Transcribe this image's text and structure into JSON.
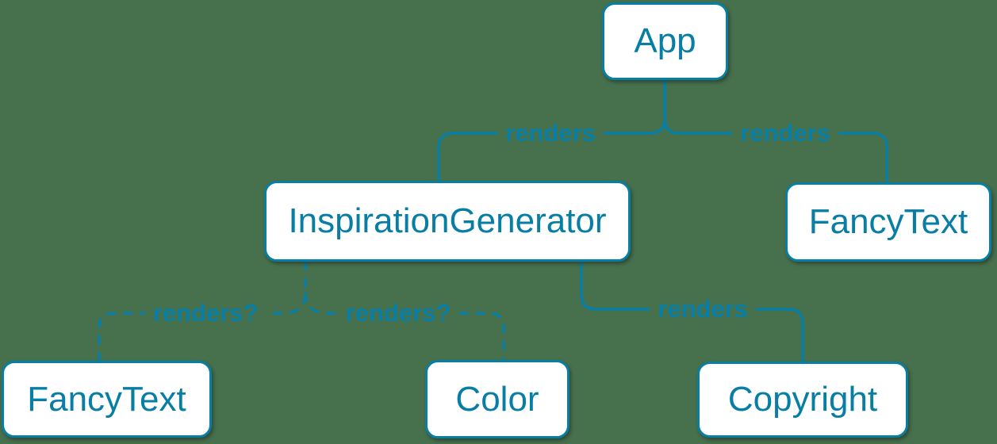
{
  "theme": {
    "background": "#47704d",
    "accent": "#087ea4",
    "node_fill": "#ffffff"
  },
  "diagram": {
    "type": "component-render-tree",
    "nodes": [
      {
        "id": "app",
        "label": "App"
      },
      {
        "id": "inspiration-generator",
        "label": "InspirationGenerator"
      },
      {
        "id": "fancy-text-top",
        "label": "FancyText"
      },
      {
        "id": "fancy-text-bottom",
        "label": "FancyText"
      },
      {
        "id": "color",
        "label": "Color"
      },
      {
        "id": "copyright",
        "label": "Copyright"
      }
    ],
    "edges": [
      {
        "from": "App",
        "to": "InspirationGenerator",
        "label": "renders",
        "style": "solid"
      },
      {
        "from": "App",
        "to": "FancyText",
        "label": "renders",
        "style": "solid"
      },
      {
        "from": "InspirationGenerator",
        "to": "FancyText",
        "label": "renders?",
        "style": "dashed"
      },
      {
        "from": "InspirationGenerator",
        "to": "Color",
        "label": "renders?",
        "style": "dashed"
      },
      {
        "from": "InspirationGenerator",
        "to": "Copyright",
        "label": "renders",
        "style": "solid"
      }
    ]
  }
}
